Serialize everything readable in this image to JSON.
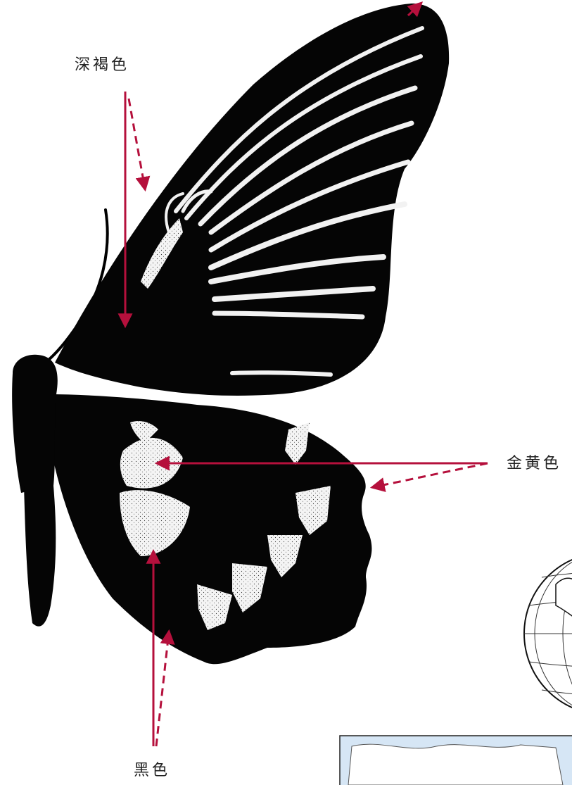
{
  "labels": {
    "forewing_color": "深褐色",
    "hindwing_spot_color": "金黄色",
    "hindwing_color": "黑色"
  },
  "colors": {
    "annotation_arrow": "#b5103c",
    "wing_fill": "#050505",
    "spot_fill": "#f2f2f2",
    "globe_outline": "#111111",
    "map_sea": "#d6e6f5"
  },
  "inset": {
    "globe": "globe-icon",
    "map": "world-map-inset"
  }
}
